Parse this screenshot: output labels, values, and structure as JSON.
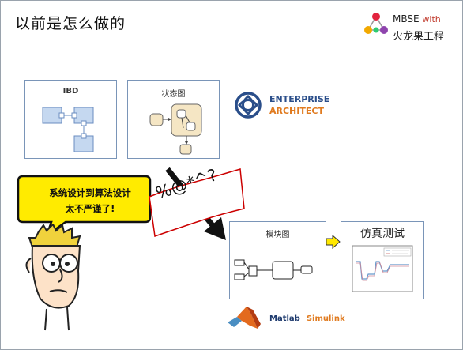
{
  "title": "以前是怎么做的",
  "brand": {
    "line1": "MBSE",
    "with": "with",
    "line2": "火龙果工程"
  },
  "diagrams": {
    "ibd_label": "IBD",
    "state_label": "状态图",
    "module_label": "模块图",
    "sim_label": "仿真测试"
  },
  "ea": {
    "line1": "ENTERPRISE",
    "line2": "ARCHITECT"
  },
  "speech": {
    "line1": "系统设计到算法设计",
    "line2": "太不严谨了!"
  },
  "banner": "%@*^?",
  "matlab": {
    "name": "Matlab",
    "product": "Simulink"
  },
  "colors": {
    "box_border": "#7a95b8",
    "bubble_fill": "#ffeb00",
    "arrow_yellow": "#ffe800",
    "ea_blue": "#2a4e8a",
    "ea_orange": "#e07b20"
  }
}
